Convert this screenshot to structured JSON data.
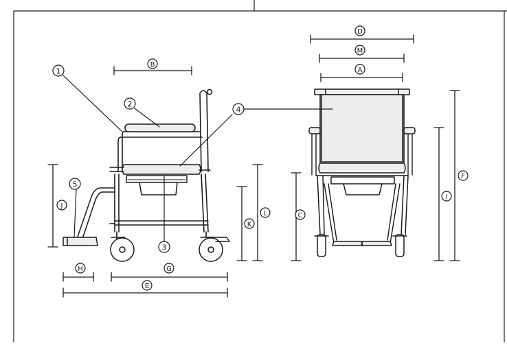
{
  "markers": {
    "n1": "1",
    "n2": "2",
    "n3": "3",
    "n4": "4",
    "n5": "5",
    "A": "A",
    "B": "B",
    "C": "C",
    "D": "D",
    "E": "E",
    "F": "F",
    "G": "G",
    "H": "H",
    "I": "I",
    "J": "J",
    "K": "K",
    "L": "L",
    "M": "M"
  },
  "colors": {
    "line": "#1a1a1a",
    "fill": "#eeeeee",
    "background": "#ffffff"
  }
}
